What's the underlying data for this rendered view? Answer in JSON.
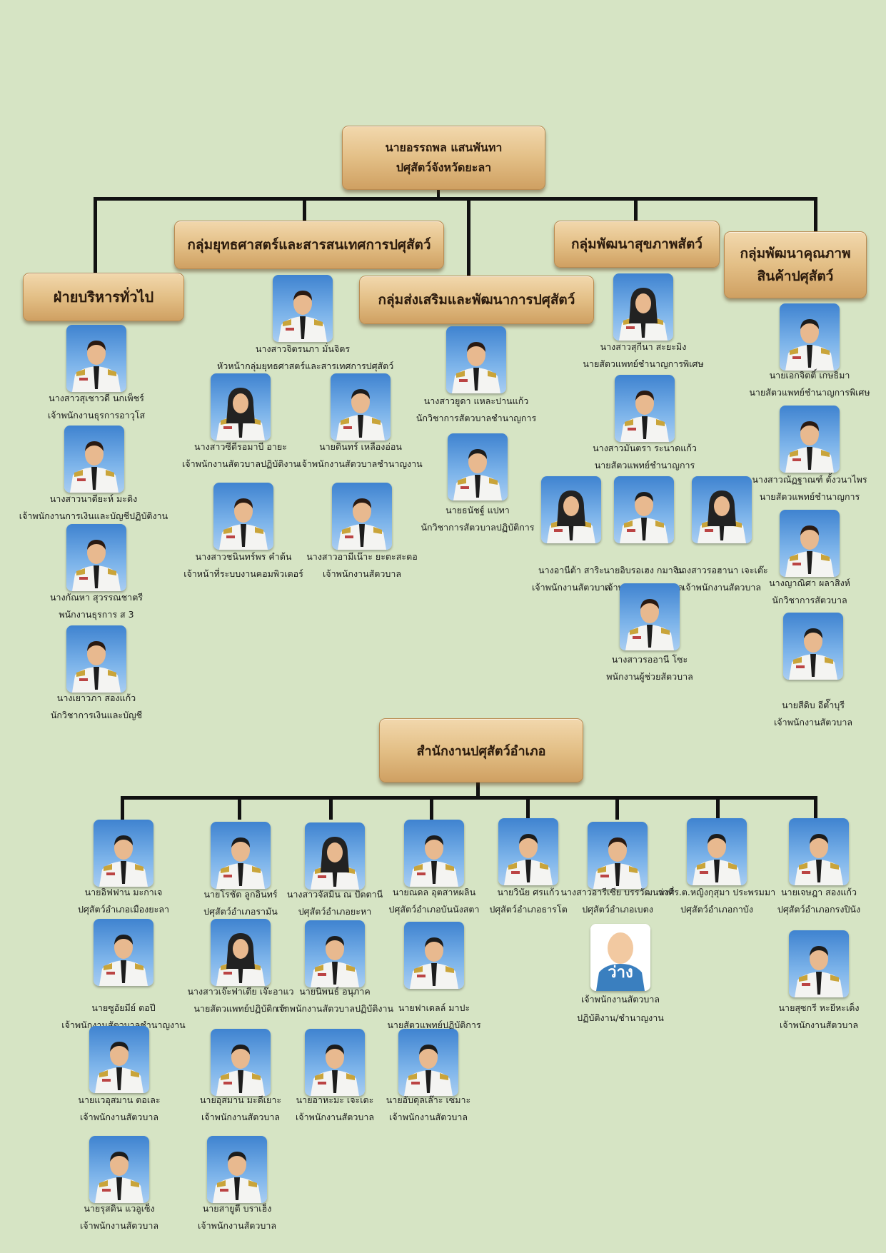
{
  "director": {
    "name": "นายอรรถพล แสนพันทา",
    "position": "ปศุสัตว์จังหวัดยะลา"
  },
  "groups": {
    "admin": "ฝ่ายบริหารทั่วไป",
    "strategy": "กลุ่มยุทธศาสตร์และสารสนเทศการปศุสัตว์",
    "promotion": "กลุ่มส่งเสริมและพัฒนาการปศุสัตว์",
    "health": "กลุ่มพัฒนาสุขภาพสัตว์",
    "quality_1": "กลุ่มพัฒนาคุณภาพ",
    "quality_2": "สินค้าปศุสัตว์",
    "district": "สำนักงานปศุสัตว์อำเภอ"
  },
  "vacant_label": "ว่าง",
  "people": [
    {
      "name": "นางสาวสุเชาวดี นกเพ็ชร์",
      "position": "เจ้าพนักงานธุรการอาวุโส"
    },
    {
      "name": "นางสาวนาดียะห์ มะดิง",
      "position": "เจ้าพนักงานการเงินและบัญชีปฏิบัติงาน"
    },
    {
      "name": "นางกัณหา สุวรรณชาตรี",
      "position": "พนักงานธุรการ ส 3"
    },
    {
      "name": "นางเยาวภา สองแก้ว",
      "position": "นักวิชาการเงินและบัญชี"
    },
    {
      "name": "นางสาวจิตรนภา มั่นจิตร",
      "position": "หัวหน้ากลุ่มยุทธศาสตร์และสารเทศการปศุสัตว์"
    },
    {
      "name": "นางสาวซีตีรอมาบี อายะ",
      "position": "เจ้าพนักงานสัตวบาลปฏิบัติงาน"
    },
    {
      "name": "นายดินทร์ เหลืองอ่อน",
      "position": "เจ้าพนักงานสัตวบาลชำนาญงาน"
    },
    {
      "name": "นางสาวชนินทร์พร คำต้น",
      "position": "เจ้าหน้าที่ระบบงานคอมพิวเตอร์"
    },
    {
      "name": "นางสาวอามีเน๊าะ ยะตะสะตอ",
      "position": "เจ้าพนักงานสัตวบาล"
    },
    {
      "name": "นางสาวยูดา แหละปานแก้ว",
      "position": "นักวิชาการสัตวบาลชำนาญการ"
    },
    {
      "name": "นายธนัชฐ์ แปทา",
      "position": "นักวิชาการสัตวบาลปฏิบัติการ"
    },
    {
      "name": "นางสาวสุกีนา สะยะมิง",
      "position": "นายสัตวแพทย์ชำนาญการพิเศษ"
    },
    {
      "name": "นางสาวมันตรา ระนาดแก้ว",
      "position": "นายสัตวแพทย์ชำนาญการ"
    },
    {
      "name": "นางอานีต้า สาริะ",
      "position": "เจ้าพนักงานสัตวบาล"
    },
    {
      "name": "นายอิบรอเฮง กมาจิน",
      "position": "เจ้าพนักงานสัตวบาล"
    },
    {
      "name": "นางสาวรอฮานา เจะเต๊ะ",
      "position": "เจ้าพนักงานสัตวบาล"
    },
    {
      "name": "นางสาวรออานี โซะ",
      "position": "พนักงานผู้ช่วยสัตวบาล"
    },
    {
      "name": "นายเอกจิตติ์ เกษธิมา",
      "position": "นายสัตวแพทย์ชำนาญการพิเศษ"
    },
    {
      "name": "นางสาวณัฏฐาณฑ์ ตั้งวนาไพร",
      "position": "นายสัตวแพทย์ชำนาญการ"
    },
    {
      "name": "นางญาณิศา ผลาสิงห์",
      "position": "นักวิชาการสัตวบาล"
    },
    {
      "name": "นายสีดิบ อีต๊ำบุรี",
      "position": "เจ้าพนักงานสัตวบาล"
    },
    {
      "name": "นายอิฟฟาน มะกาเจ",
      "position": "ปศุสัตว์อำเภอเมืองยะลา"
    },
    {
      "name": "นายโรชัต ลูกอินทร์",
      "position": "ปศุสัตว์อำเภอรามัน"
    },
    {
      "name": "นางสาวจัสมิน ณ ปัตตานี",
      "position": "ปศุสัตว์อำเภอยะหา"
    },
    {
      "name": "นายณดล อุตสาหผลิน",
      "position": "ปศุสัตว์อำเภอบันนังสตา"
    },
    {
      "name": "นายวินัย ศรแก้ว",
      "position": "ปศุสัตว์อำเภอธารโต"
    },
    {
      "name": "นางสาวอารีเซีย บรรวัฒนพงศ์",
      "position": "ปศุสัตว์อำเภอเบตง"
    },
    {
      "name": "ว่าที่ร.ต.หญิงกุสุมา ประพรมมา",
      "position": "ปศุสัตว์อำเภอกาบัง"
    },
    {
      "name": "นายเจษฎา สองแก้ว",
      "position": "ปศุสัตว์อำเภอกรงปินัง"
    },
    {
      "name": "นายซูอัยมีย์ ตอปี",
      "position": "เจ้าพนักงานสัตวบาลชำนาญงาน"
    },
    {
      "name": "นางสาวเจ๊ะฟาเตีย เจ๊ะอาแว",
      "position": "นายสัตวแพทย์ปฏิบัติการ"
    },
    {
      "name": "นายนิพนธ์ อนุภาค",
      "position": "เจ้าพนักงานสัตวบาลปฏิบัติงาน"
    },
    {
      "name": "นายฟาเดลล์ มาปะ",
      "position": "นายสัตวแพทย์ปฏิบัติการ"
    },
    {
      "name": "",
      "position": "เจ้าพนักงานสัตวบาล"
    },
    {
      "name": "",
      "position": "ปฏิบัติงาน/ชำนาญงาน"
    },
    {
      "name": "นายสุซกรี หะยีหะเด็ง",
      "position": "เจ้าพนักงานสัตวบาล"
    },
    {
      "name": "นายแวอุสมาน ตอเละ",
      "position": "เจ้าพนักงานสัตวบาล"
    },
    {
      "name": "นายอุสมาน มะดีเยาะ",
      "position": "เจ้าพนักงานสัตวบาล"
    },
    {
      "name": "นายอาหะมะ เจะเตะ",
      "position": "เจ้าพนักงานสัตวบาล"
    },
    {
      "name": "นายอับดุลเล๊าะ เซมาะ",
      "position": "เจ้าพนักงานสัตวบาล"
    },
    {
      "name": "นายรุสดิน แวอูเซ็ง",
      "position": "เจ้าพนักงานสัตวบาล"
    },
    {
      "name": "นายสายูตี บราเฮ็ง",
      "position": "เจ้าพนักงานสัตวบาล"
    }
  ]
}
